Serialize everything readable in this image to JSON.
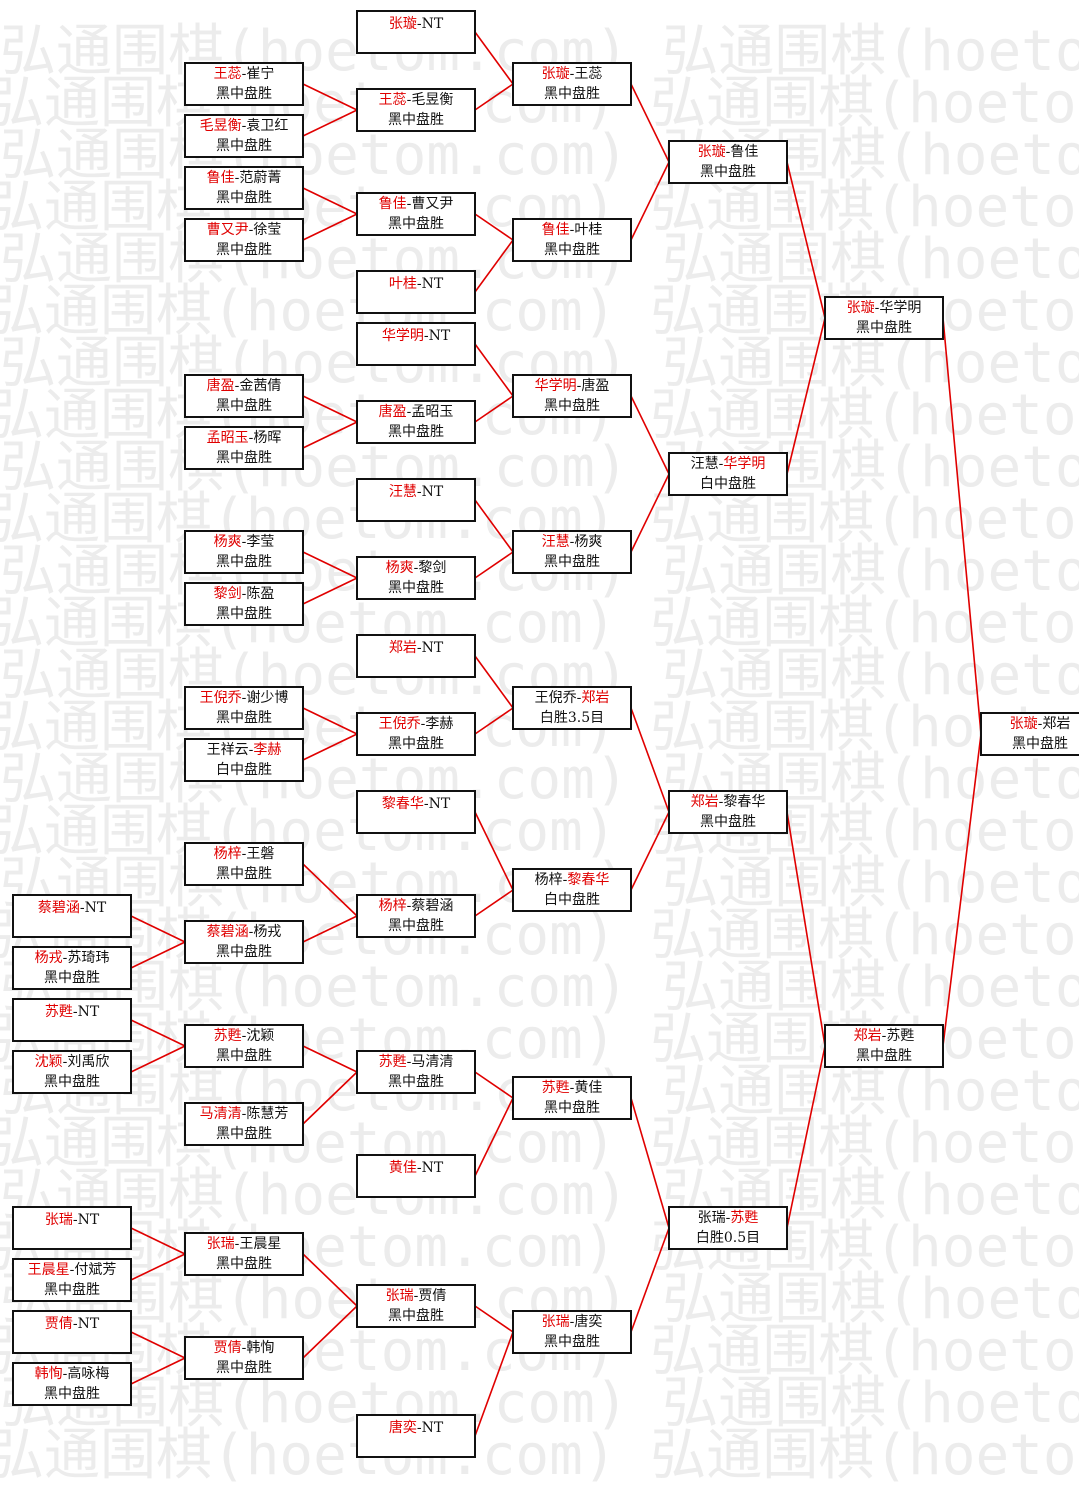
{
  "watermark": {
    "text": "弘通围棋(hoetom.com)"
  },
  "rounds": [
    [
      {
        "w": "王蕊",
        "l": "崔宁",
        "r": "黑中盘胜"
      },
      {
        "w": "毛昱衡",
        "l": "袁卫红",
        "r": "黑中盘胜"
      },
      {
        "w": "鲁佳",
        "l": "范蔚菁",
        "r": "黑中盘胜"
      },
      {
        "w": "曹又尹",
        "l": "徐莹",
        "r": "黑中盘胜"
      },
      {
        "w": "唐盈",
        "l": "金茜倩",
        "r": "黑中盘胜"
      },
      {
        "w": "孟昭玉",
        "l": "杨晖",
        "r": "黑中盘胜"
      },
      {
        "w": "杨爽",
        "l": "李莹",
        "r": "黑中盘胜"
      },
      {
        "w": "黎剑",
        "l": "陈盈",
        "r": "黑中盘胜"
      },
      {
        "w": "王倪乔",
        "l": "谢少博",
        "r": "黑中盘胜"
      },
      {
        "l": "王祥云",
        "w": "李赫",
        "r": "白中盘胜"
      },
      {
        "w": "杨梓",
        "l": "王磐",
        "r": "黑中盘胜"
      },
      {
        "w": "苏甦",
        "l": "沈颖",
        "r": "黑中盘胜"
      },
      {
        "w": "马清清",
        "l": "陈慧芳",
        "r": "黑中盘胜"
      },
      {
        "w": "张瑞",
        "l": "王晨星",
        "r": "黑中盘胜"
      },
      {
        "w": "贾倩",
        "l": "韩恂",
        "r": "黑中盘胜"
      },
      {
        "w": "蔡碧涵",
        "l": "NT",
        "r": ""
      },
      {
        "w": "杨戎",
        "l": "苏琦玮",
        "r": "黑中盘胜"
      },
      {
        "w": "苏甦",
        "l": "NT",
        "r": ""
      },
      {
        "w": "沈颖",
        "l": "刘禹欣",
        "r": "黑中盘胜"
      },
      {
        "w": "张瑞",
        "l": "NT",
        "r": ""
      },
      {
        "w": "王晨星",
        "l": "付斌芳",
        "r": "黑中盘胜"
      },
      {
        "w": "贾倩",
        "l": "NT",
        "r": ""
      },
      {
        "w": "韩恂",
        "l": "高咏梅",
        "r": "黑中盘胜"
      },
      {
        "w": "蔡碧涵",
        "l": "杨戎",
        "r": "黑中盘胜"
      }
    ]
  ],
  "boxes": [
    {
      "id": "c3a",
      "w": "张璇",
      "l": "NT",
      "r": ""
    },
    {
      "id": "c3b",
      "w": "王蕊",
      "l": "毛昱衡",
      "r": "黑中盘胜"
    },
    {
      "id": "c3c",
      "w": "鲁佳",
      "l": "曹又尹",
      "r": "黑中盘胜"
    },
    {
      "id": "c3d",
      "w": "叶桂",
      "l": "NT",
      "r": ""
    },
    {
      "id": "c3e",
      "w": "华学明",
      "l": "NT",
      "r": ""
    },
    {
      "id": "c3f",
      "w": "唐盈",
      "l": "孟昭玉",
      "r": "黑中盘胜"
    },
    {
      "id": "c3g",
      "w": "汪慧",
      "l": "NT",
      "r": ""
    },
    {
      "id": "c3h",
      "w": "杨爽",
      "l": "黎剑",
      "r": "黑中盘胜"
    },
    {
      "id": "c3i",
      "w": "郑岩",
      "l": "NT",
      "r": ""
    },
    {
      "id": "c3j",
      "w": "王倪乔",
      "l": "李赫",
      "r": "黑中盘胜"
    },
    {
      "id": "c3k",
      "w": "黎春华",
      "l": "NT",
      "r": ""
    },
    {
      "id": "c3l",
      "w": "杨梓",
      "l": "蔡碧涵",
      "r": "黑中盘胜"
    },
    {
      "id": "c3m",
      "w": "苏甦",
      "l": "马清清",
      "r": "黑中盘胜"
    },
    {
      "id": "c3n",
      "w": "黄佳",
      "l": "NT",
      "r": ""
    },
    {
      "id": "c3o",
      "w": "张瑞",
      "l": "贾倩",
      "r": "黑中盘胜"
    },
    {
      "id": "c3p",
      "w": "唐奕",
      "l": "NT",
      "r": ""
    },
    {
      "id": "c4a",
      "w": "张璇",
      "l": "王蕊",
      "r": "黑中盘胜"
    },
    {
      "id": "c4b",
      "w": "鲁佳",
      "l": "叶桂",
      "r": "黑中盘胜"
    },
    {
      "id": "c4c",
      "w": "华学明",
      "l": "唐盈",
      "r": "黑中盘胜"
    },
    {
      "id": "c4d",
      "w": "汪慧",
      "l": "杨爽",
      "r": "黑中盘胜"
    },
    {
      "id": "c4e",
      "l": "王倪乔",
      "w": "郑岩",
      "r": "白胜3.5目"
    },
    {
      "id": "c4f",
      "l": "杨梓",
      "w": "黎春华",
      "r": "白中盘胜"
    },
    {
      "id": "c4g",
      "w": "苏甦",
      "l": "黄佳",
      "r": "黑中盘胜"
    },
    {
      "id": "c4h",
      "w": "张瑞",
      "l": "唐奕",
      "r": "黑中盘胜"
    },
    {
      "id": "c5a",
      "w": "张璇",
      "l": "鲁佳",
      "r": "黑中盘胜"
    },
    {
      "id": "c5b",
      "l": "汪慧",
      "w": "华学明",
      "r": "白中盘胜"
    },
    {
      "id": "c5c",
      "w": "郑岩",
      "l": "黎春华",
      "r": "黑中盘胜"
    },
    {
      "id": "c5d",
      "l": "张瑞",
      "w": "苏甦",
      "r": "白胜0.5目"
    },
    {
      "id": "c6a",
      "w": "张璇",
      "l": "华学明",
      "r": "黑中盘胜"
    },
    {
      "id": "c6b",
      "w": "郑岩",
      "l": "苏甦",
      "r": "黑中盘胜"
    },
    {
      "id": "c7a",
      "w": "张璇",
      "l": "郑岩",
      "r": "黑中盘胜"
    }
  ]
}
